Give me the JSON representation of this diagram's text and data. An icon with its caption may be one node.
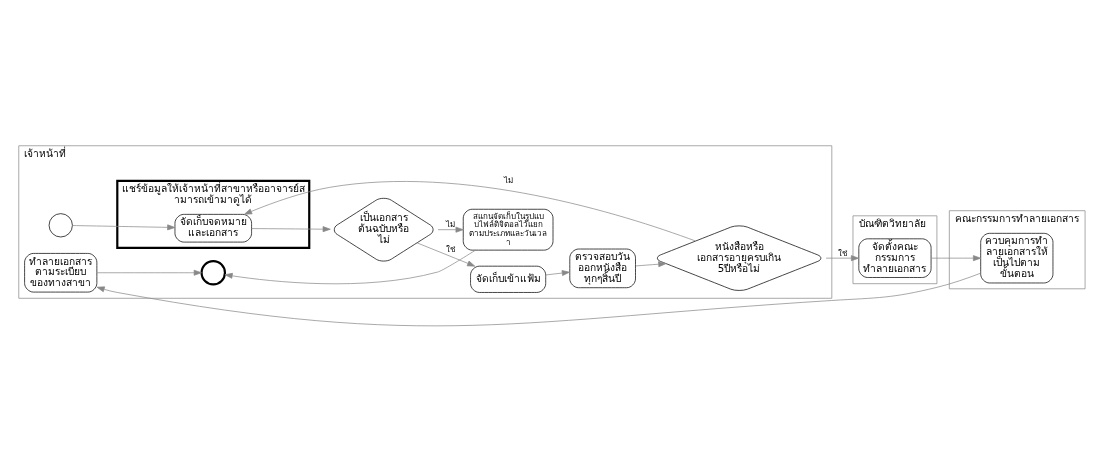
{
  "diagram": {
    "nodes": [
      {
        "text": [
          "เจ้าหน้าที่"
        ]
      },
      {
        "text": [
          "แชร์ข้อมูลให้เจ้าหน้าที่สาขาหรืออาจารย์สามารถเข้ามาดูได้"
        ],
        "in": 0
      },
      {
        "text": [],
        "shape": "circle",
        "in": 0
      },
      {
        "text": [
          "จัดเก็บจดหมาย และเอกสาร"
        ],
        "in": 1
      },
      {
        "text": [
          "เป็นเอกสาร ต้นฉบับหรือ ไม่"
        ],
        "in": 0
      },
      {
        "text": [
          "จัดเก็บเข้าแฟ้ม"
        ],
        "in": 0
      },
      {
        "text": [
          "สแกนจัดเก็บในรูปแบบไฟล์ดิจิตอลไว้แยกตามประเภทและวันเวลา"
        ],
        "in": 0
      },
      {
        "text": [
          "ตรวจสอบวัน ออกหนังสือ ทุกๆสิ้นปี"
        ],
        "in": 0
      },
      {
        "text": [
          "หนังสือหรือ เอกสารอายุครบเกิน 5ปีหรือไม่"
        ],
        "in": 0
      },
      {
        "text": [
          "ทำลายเอกสาร ตามระเบียบ ของทางสาขา"
        ],
        "in": 0
      },
      {
        "text": [],
        "shape": "circle",
        "in": 0
      },
      {
        "text": [
          "บัณฑิตวิทยาลัย"
        ]
      },
      {
        "text": [
          "จัดตั้งคณะ กรรมการ ทำลายเอกสาร"
        ],
        "in": 11
      },
      {
        "text": [
          "คณะกรรมการทำลายเอกสาร"
        ]
      },
      {
        "text": [
          "ควบคุมการทำ ลายเอกสารให้ เป็นไปตาม ขั้นตอน"
        ],
        "in": 13
      }
    ],
    "edges": [
      {
        "from": 2,
        "to": 3,
        "arrow": "to"
      },
      {
        "from": 3,
        "to": 4,
        "arrow": "to"
      },
      {
        "from": 4,
        "to": 5,
        "arrow": "to",
        "label": "ใช่"
      },
      {
        "from": 4,
        "to": 6,
        "arrow": "to",
        "label": "ไม่"
      },
      {
        "from": 5,
        "to": 7,
        "arrow": "to"
      },
      {
        "from": 6,
        "to": 10,
        "arrow": "to"
      },
      {
        "from": 7,
        "to": 8,
        "arrow": "to"
      },
      {
        "from": 8,
        "to": 3,
        "arrow": "to",
        "label": "ไม่"
      },
      {
        "from": 8,
        "to": 12,
        "arrow": "to",
        "label": "ใช่"
      },
      {
        "from": 12,
        "to": 14,
        "arrow": "to"
      },
      {
        "from": 14,
        "to": 9,
        "arrow": "to"
      },
      {
        "from": 9,
        "to": 10,
        "arrow": "to"
      }
    ]
  }
}
